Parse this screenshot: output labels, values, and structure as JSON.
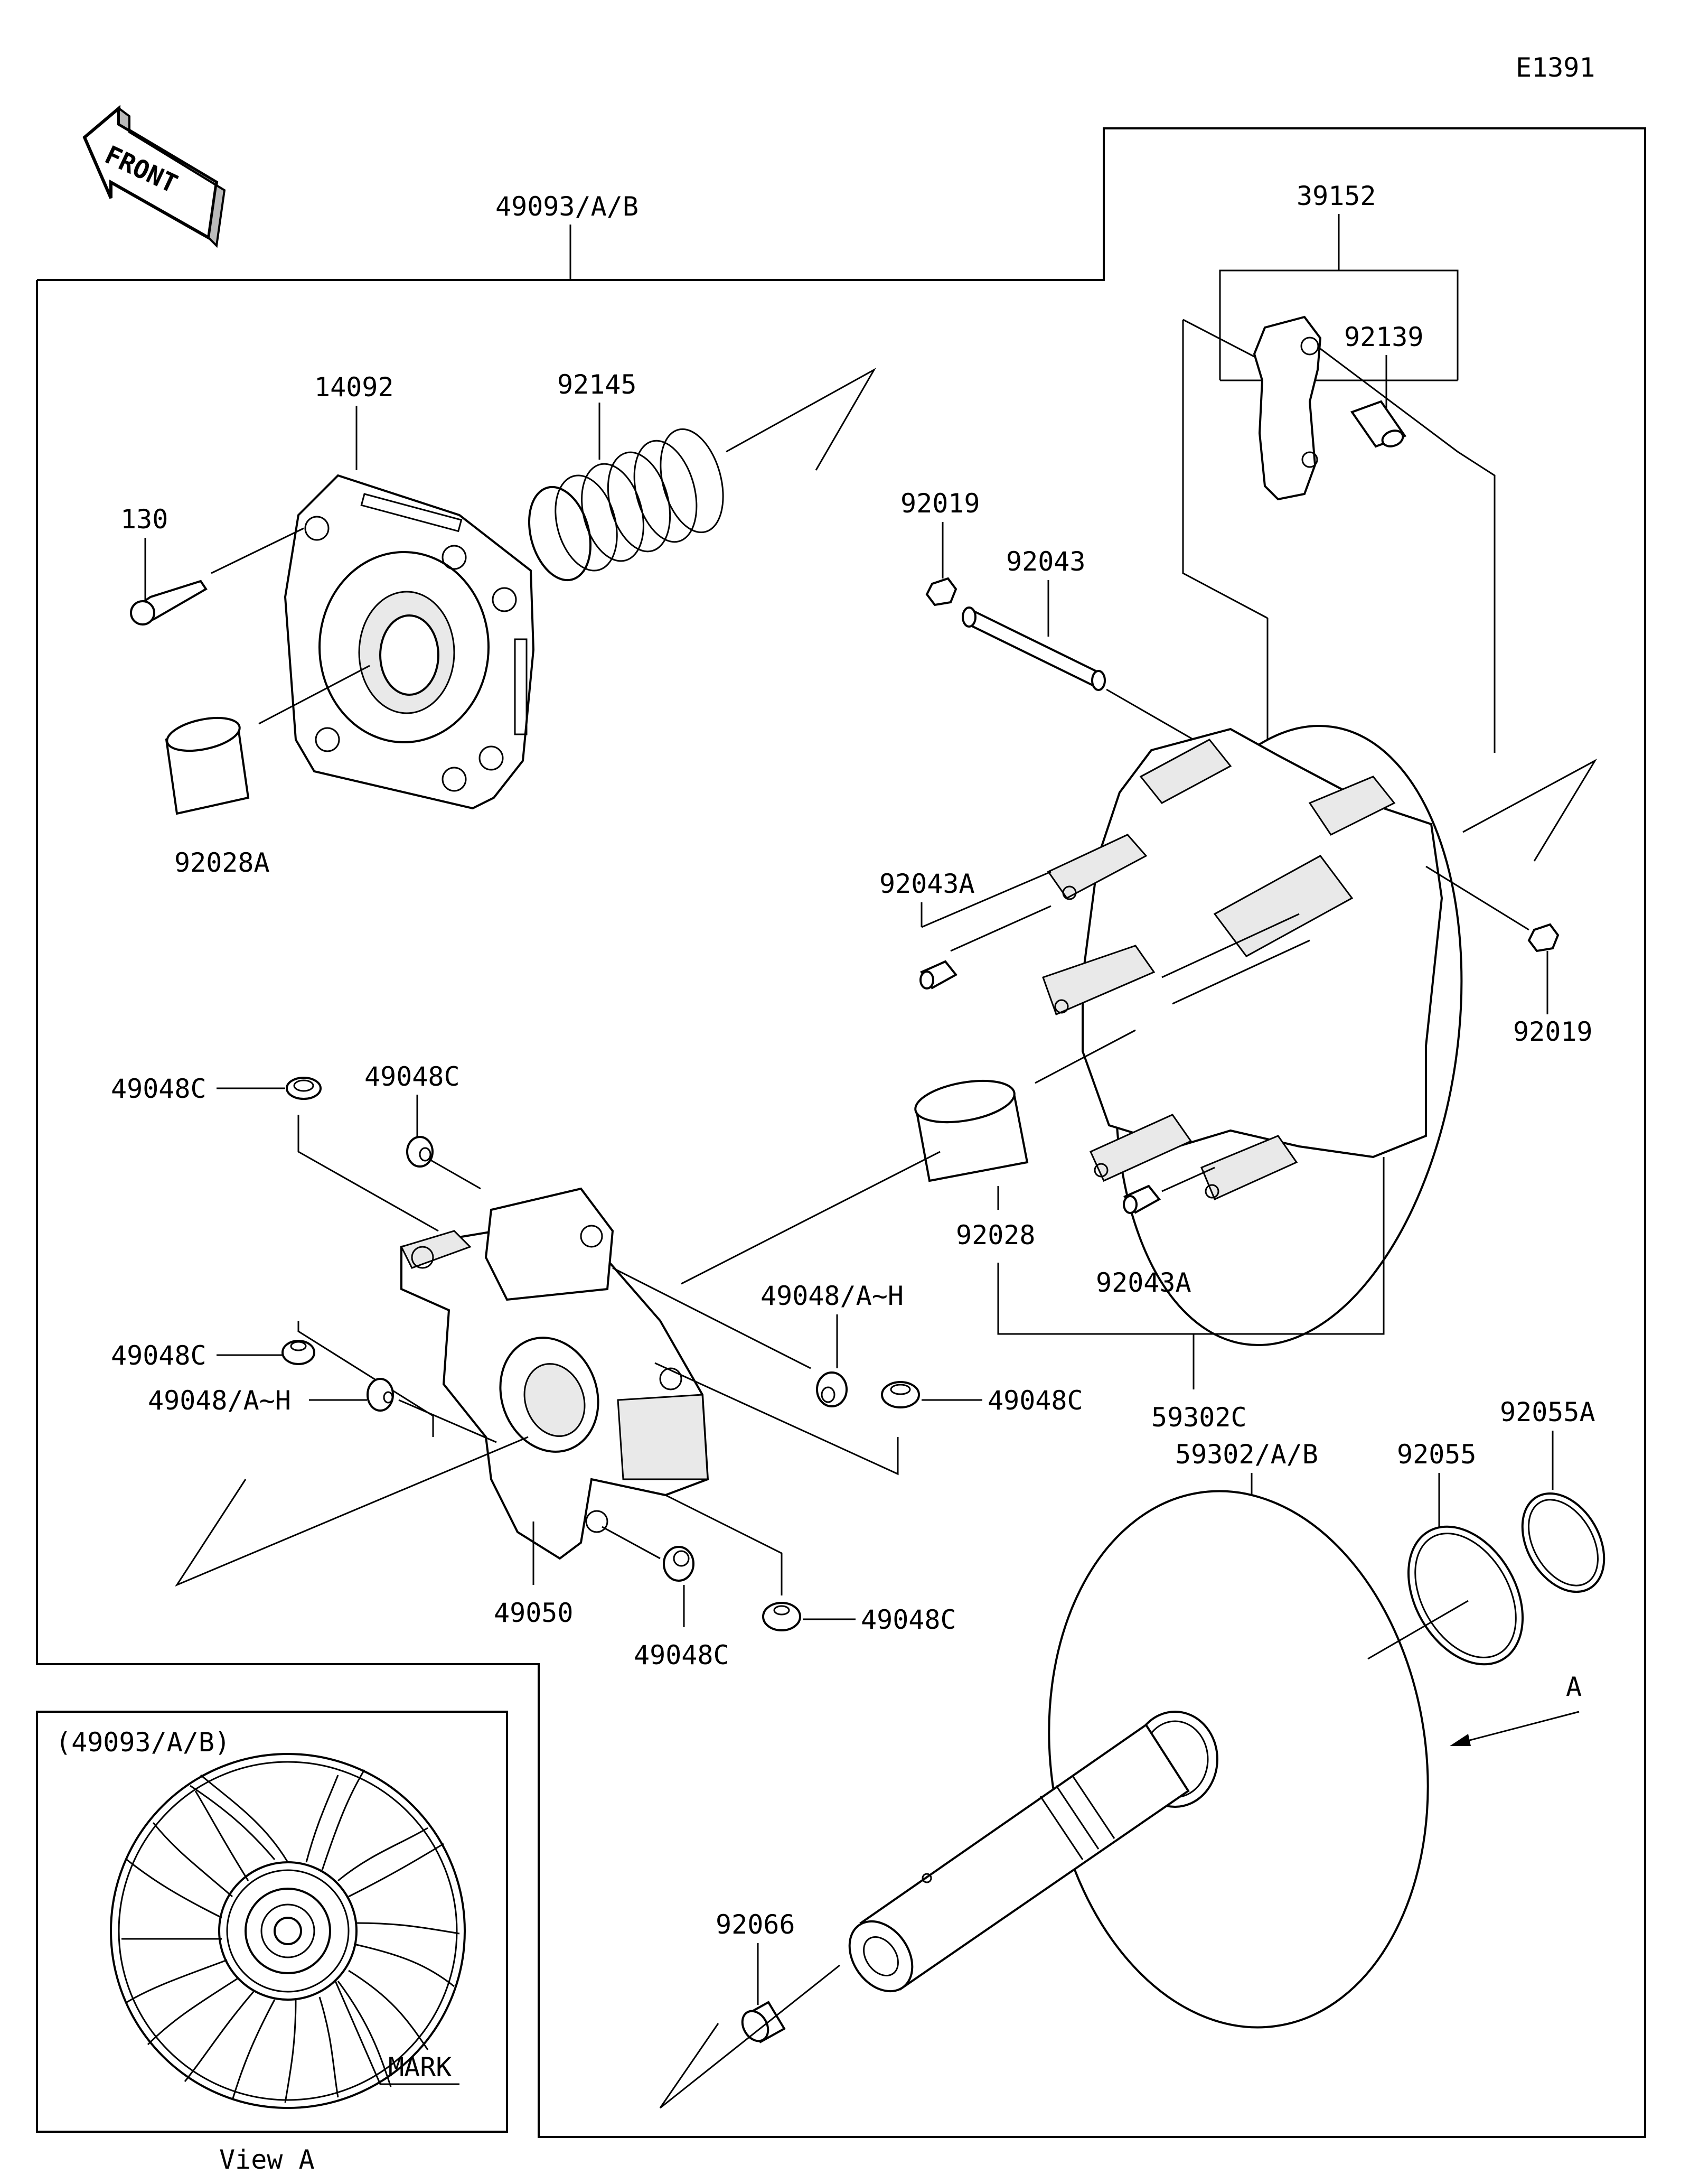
{
  "diagram_id": "E1391",
  "front_badge": "FRONT",
  "labels": {
    "l49093": "49093/A/B",
    "l39152": "39152",
    "l14092": "14092",
    "l92145": "92145",
    "l130": "130",
    "l92028A": "92028A",
    "l92019a": "92019",
    "l92043": "92043",
    "l92139": "92139",
    "l92043Aa": "92043A",
    "l92019b": "92019",
    "l49048Ca": "49048C",
    "l49048Cb": "49048C",
    "l49048Cc": "49048C",
    "l49048AH1": "49048/A~H",
    "l49048AH2": "49048/A~H",
    "l49048Cd": "49048C",
    "l92028": "92028",
    "l92043Ab": "92043A",
    "l59302C": "59302C",
    "l59302AB": "59302/A/B",
    "l92055": "92055",
    "l92055A": "92055A",
    "l49050": "49050",
    "l49048Ce": "49048C",
    "l49048Cf": "49048C",
    "lA": "A",
    "l92066": "92066"
  },
  "inset": {
    "title": "(49093/A/B)",
    "mark_label": "MARK",
    "caption": "View A"
  }
}
